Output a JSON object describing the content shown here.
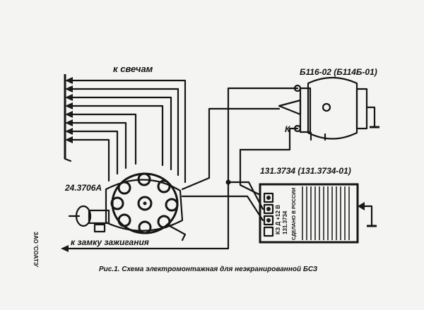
{
  "labels": {
    "to_spark_plugs": "к свечам",
    "coil": "Б116-02 (Б114Б-01)",
    "coil_terminal": "К",
    "distributor": "24.3706А",
    "switch": "131.3734 (131.3734-01)",
    "switch_marking_1": "КЗ Д +12 В",
    "switch_marking_2": "131.3734",
    "switch_marking_3": "СДЕЛАНО В РОССИИ",
    "to_ignition_lock": "к замку зажигания",
    "caption": "Рис.1. Схема электромонтажная для неэкранированной БСЗ",
    "side_text": "ЗАО 'СОАТЭ'"
  }
}
